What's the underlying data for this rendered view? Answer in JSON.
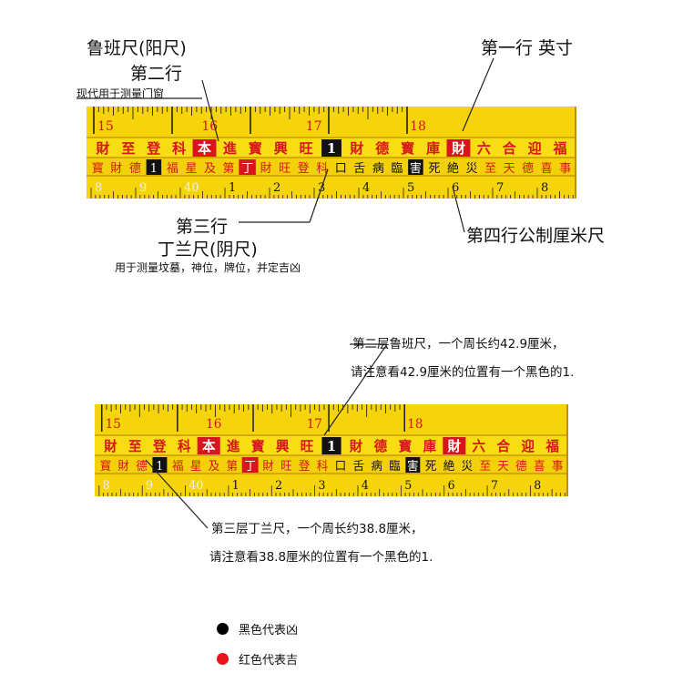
{
  "top_annotations": {
    "luban_title": "鲁班尺(阳尺)",
    "row2_label": "第二行",
    "row2_desc": "现代用于测量门窗",
    "row1_label": "第一行 英寸",
    "row3_label": "第三行",
    "dinglan_title": "丁兰尺(阴尺)",
    "dinglan_desc": "用于测量坟墓，神位，牌位，并定吉凶",
    "row4_label": "第四行公制厘米尺"
  },
  "bottom_annotations": {
    "luban_note_line1": "第二层鲁班尺，一个周长约42.9厘米，",
    "luban_note_line2": "请注意看42.9厘米的位置有一个黑色的1.",
    "dinglan_note_line1": "第三层丁兰尺，一个周长约38.8厘米，",
    "dinglan_note_line2": "请注意看38.8厘米的位置有一个黑色的1."
  },
  "legend": [
    {
      "label": "黑色代表凶",
      "color": "#000000"
    },
    {
      "label": "红色代表吉",
      "color": "#e8141c"
    }
  ],
  "ruler": {
    "inch_numbers": [
      "15",
      "16",
      "17",
      "18"
    ],
    "luban_row": [
      {
        "text": "財",
        "style": "red"
      },
      {
        "text": "至",
        "style": "red"
      },
      {
        "text": "登",
        "style": "red"
      },
      {
        "text": "科",
        "style": "red"
      },
      {
        "text": "本",
        "style": "redbox"
      },
      {
        "text": "進",
        "style": "red"
      },
      {
        "text": "寳",
        "style": "red"
      },
      {
        "text": "興",
        "style": "red"
      },
      {
        "text": "旺",
        "style": "red"
      },
      {
        "text": "1",
        "style": "blackbox"
      },
      {
        "text": "財",
        "style": "red"
      },
      {
        "text": "德",
        "style": "red"
      },
      {
        "text": "寳",
        "style": "red"
      },
      {
        "text": "庫",
        "style": "red"
      },
      {
        "text": "財",
        "style": "redbox"
      },
      {
        "text": "六",
        "style": "red"
      },
      {
        "text": "合",
        "style": "red"
      },
      {
        "text": "迎",
        "style": "red"
      },
      {
        "text": "福",
        "style": "red"
      }
    ],
    "dinglan_row": [
      {
        "text": "寳",
        "style": "red"
      },
      {
        "text": "財",
        "style": "red"
      },
      {
        "text": "德",
        "style": "red"
      },
      {
        "text": "1",
        "style": "blackbox"
      },
      {
        "text": "福",
        "style": "red"
      },
      {
        "text": "星",
        "style": "red"
      },
      {
        "text": "及",
        "style": "red"
      },
      {
        "text": "第",
        "style": "red"
      },
      {
        "text": "丁",
        "style": "redbox"
      },
      {
        "text": "財",
        "style": "red"
      },
      {
        "text": "旺",
        "style": "red"
      },
      {
        "text": "登",
        "style": "red"
      },
      {
        "text": "科",
        "style": "red"
      },
      {
        "text": "口",
        "style": "black"
      },
      {
        "text": "舌",
        "style": "black"
      },
      {
        "text": "病",
        "style": "black"
      },
      {
        "text": "臨",
        "style": "black"
      },
      {
        "text": "害",
        "style": "blackbox"
      },
      {
        "text": "死",
        "style": "black"
      },
      {
        "text": "絶",
        "style": "black"
      },
      {
        "text": "災",
        "style": "black"
      },
      {
        "text": "至",
        "style": "red"
      },
      {
        "text": "天",
        "style": "red"
      },
      {
        "text": "德",
        "style": "red"
      },
      {
        "text": "喜",
        "style": "red"
      },
      {
        "text": "事",
        "style": "red"
      }
    ],
    "cm_numbers": [
      "8",
      "9",
      "40",
      "1",
      "2",
      "3",
      "4",
      "5",
      "6",
      "7",
      "8"
    ]
  }
}
